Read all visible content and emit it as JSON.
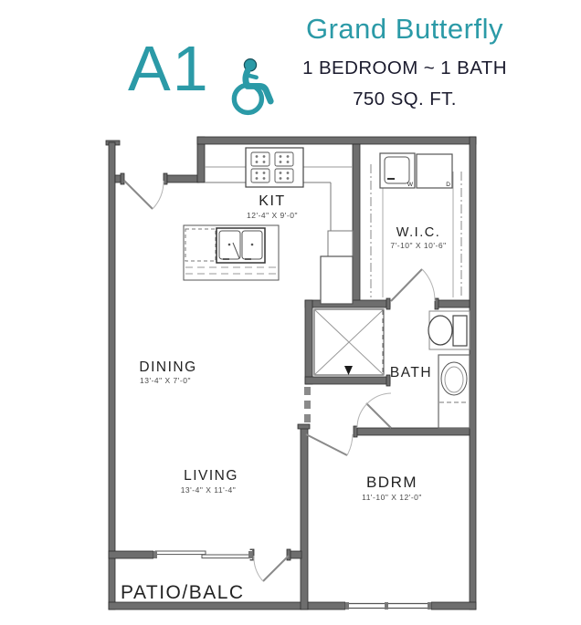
{
  "header": {
    "unit": "A1",
    "property_name": "Grand Butterfly",
    "spec_line1": "1 BEDROOM ~ 1 BATH",
    "spec_line2": "750 SQ. FT.",
    "accessible_icon": "wheelchair-accessible"
  },
  "colors": {
    "accent_teal": "#2B9AA7",
    "text_dark": "#1B1B2E",
    "wall_gray": "#6E6E6E"
  },
  "floorplan": {
    "rooms": [
      {
        "name": "KIT",
        "dims": "12'-4\" X 9'-0\""
      },
      {
        "name": "W.I.C.",
        "dims": "7'-10\" X 10'-6\""
      },
      {
        "name": "DINING",
        "dims": "13'-4\" X 7'-0\""
      },
      {
        "name": "BATH",
        "dims": ""
      },
      {
        "name": "LIVING",
        "dims": "13'-4\" X 11'-4\""
      },
      {
        "name": "BDRM",
        "dims": "11'-10\" X 12'-0\""
      },
      {
        "name": "PATIO/BALC",
        "dims": ""
      }
    ],
    "appliances": {
      "washer_label": "W",
      "dryer_label": "D"
    }
  }
}
